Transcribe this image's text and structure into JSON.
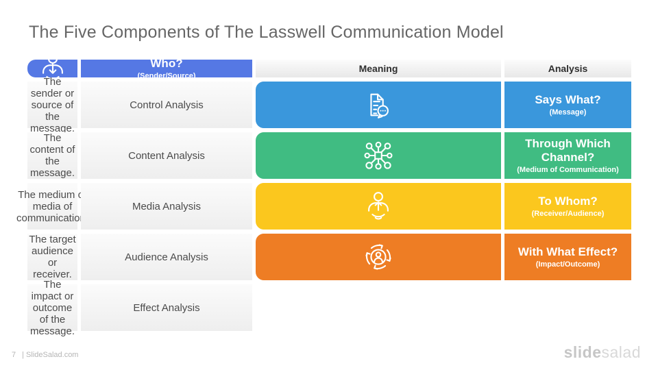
{
  "slide": {
    "title": "The Five Components of The Lasswell Communication Model",
    "footer": {
      "page_number": "7",
      "site_label": "| SlideSalad.com",
      "brand_bold": "slide",
      "brand_light": "salad"
    }
  },
  "table": {
    "headers": {
      "meaning": "Meaning",
      "analysis": "Analysis"
    },
    "rows": [
      {
        "question": "Who?",
        "subtitle": "(Sender/Source)",
        "meaning": "The sender or source of the message.",
        "analysis": "Control Analysis",
        "color": "#5578E4",
        "icon": "sender-person-icon"
      },
      {
        "question": "Says What?",
        "subtitle": "(Message)",
        "meaning": "The content of the message.",
        "analysis": "Content Analysis",
        "color": "#3A97DC",
        "icon": "message-document-icon"
      },
      {
        "question": "Through Which Channel?",
        "subtitle": "(Medium of Communication)",
        "meaning": "The medium or media of communication.",
        "analysis": "Media Analysis",
        "color": "#40BC82",
        "icon": "network-channel-icon"
      },
      {
        "question": "To Whom?",
        "subtitle": "(Receiver/Audience)",
        "meaning": "The target audience or receiver.",
        "analysis": "Audience Analysis",
        "color": "#FBC71E",
        "icon": "receiver-person-icon"
      },
      {
        "question": "With What Effect?",
        "subtitle": "(Impact/Outcome)",
        "meaning": "The impact or outcome of the message.",
        "analysis": "Effect Analysis",
        "color": "#EE7D24",
        "icon": "effect-cycle-icon"
      }
    ]
  }
}
